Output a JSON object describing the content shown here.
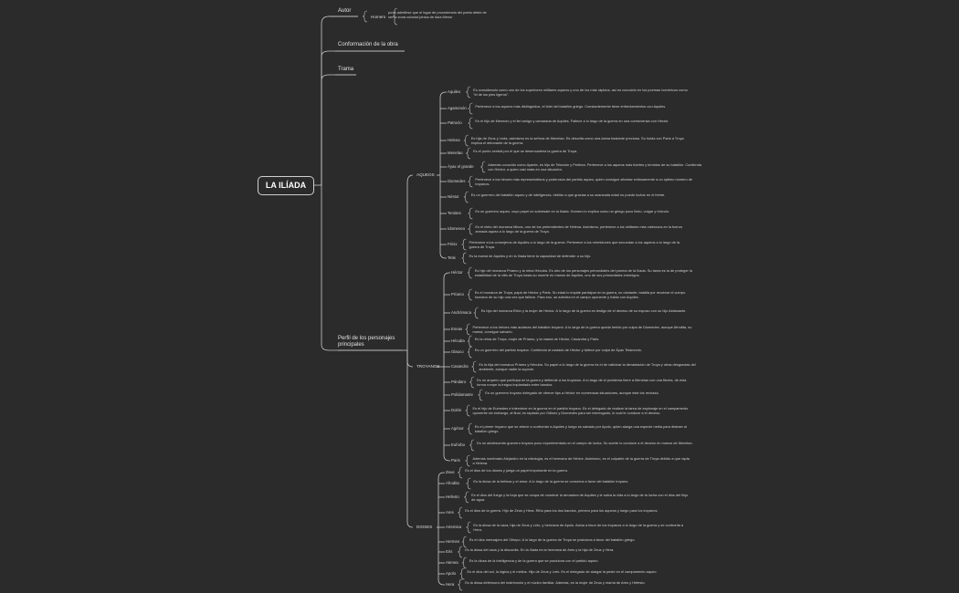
{
  "title": "LA ILÍADA",
  "sections": {
    "autor": "Autor",
    "conformacion": "Conformación de la obra",
    "trama": "Trama",
    "perfil": "Perfil de los personajes principales"
  },
  "autor": {
    "name": "Homero",
    "desc": "podo admitirse que el lugar de procedencia del poeta debió de ser la zona colonial jónica de Asia Menor"
  },
  "groups": [
    {
      "name": "AQUEOS",
      "items": [
        {
          "name": "Aquiles",
          "desc": "Es considerado como uno de los superiores militares aqueos y uno de los más rápidos, así es conocido en los poemas homéricos como \"el de los pies ligeros\"."
        },
        {
          "name": "Agamenón",
          "desc": "Pertenece a los aqueos más distinguidos, el líder del batallón griego. Constantemente tiene enfrentamientos con Aquiles."
        },
        {
          "name": "Patroclo",
          "desc": "Es el hijo de Menecio y el fiel amigo y camarada de Aquiles. Fallece a lo largo de la guerra en una controversia con Héctor."
        },
        {
          "name": "Helena",
          "desc": "Es hija de Zeus y Leda, asimismo es la señora de Menelao. Es descrita como una dama bastante preciosa. Su huida con Paris a Troya implica el detonante de la guerra."
        },
        {
          "name": "Menelao",
          "desc": "Es el punto central por el que se desencadena la guerra de Troya."
        },
        {
          "name": "Áyax el grande",
          "desc": "Además conocido como Ayante, es hijo de Telamón y Peribea. Pertenece a los aqueos más fuertes y temidos de su batallón. Contienda con Héctor, a quien casi mata en una situación."
        },
        {
          "name": "Diomedes",
          "desc": "Pertenece a los héroes más representativos y poderosos del partido aqueo, quien consigue afrontar exitosamente a un óptimo número de troyanos."
        },
        {
          "name": "Néstor",
          "desc": "Es un guerrero del batallón aqueo y de inteligencia, debido a que gracias a su avanzada edad no puede luchar en el frente."
        },
        {
          "name": "Tersites",
          "desc": "Es un guerrero aqueo, cuyo papel no sobresale en la Ilíada. Homero lo explica como un griego poco lindo, vulgar y ridículo."
        },
        {
          "name": "Idomeneo",
          "desc": "Es el nieto del monarca Minos, uno de los pretendientes de Helena. Asimismo, pertenece a los militares más valerosos en la fuerza armada aquea a lo largo de la guerra de Troya."
        },
        {
          "name": "Fénix",
          "desc": "Pertenece a los consejeros de Aquiles a lo largo de la guerra. Pertenece a los mirmidones que secundan a los aqueos a lo largo de la guerra de Troya."
        },
        {
          "name": "Tetis",
          "desc": "Es la mamá de Aquiles y en la Ilíada tiene la capacidad de defender a su hijo."
        }
      ]
    },
    {
      "name": "TROYANOS",
      "items": [
        {
          "name": "Héctor",
          "desc": "Es hijo del monarca Príamo y la reina Hécuba. Es otro de los personajes primordiales del poema de la Ilíada. Su tarea es la de proteger la estabilidad de la villa de Troya hasta su muerte en manos de Aquiles, uno de sus primordiales enemigos."
        },
        {
          "name": "Príamo",
          "desc": "Es el monarca de Troya, papá de Héctor y Paris. Su edad lo impide participar en la guerra, no obstante, batalla por recobrar el cuerpo humano de su hijo una vez que fallece. Para eso, se adentra en el campo oponente y habla con Aquiles."
        },
        {
          "name": "Andrómaca",
          "desc": "Es hija del monarca Etión y la mujer de Héctor. A lo largo de la guerra es testigo de el deceso de su esposo con su hijo Astianacte."
        },
        {
          "name": "Eneas",
          "desc": "Pertenece a los héroes más audaces del batallón troyano. A lo largo de la guerra queda herido por culpa de Diomedes, aunque Afrodita, su mamá, consigue salvarlo."
        },
        {
          "name": "Hécuba",
          "desc": "Es la reina de Troya, mujer de Príamo, y la mamá de Héctor, Casandra y Paris."
        },
        {
          "name": "Glauco",
          "desc": "Es un guerrero del partido troyano. Contienda al costado de Héctor y fallece por culpa de Áyax Telamonio."
        },
        {
          "name": "Casandra",
          "desc": "Es la hija del monarca Príamo y Hécuba. Su papel a lo largo de la guerra es el de vaticinar la devastación de Troya y otras desgracias del ambiente, aunque nadie la supone."
        },
        {
          "name": "Pándaro",
          "desc": "Es un arquero que participa en la guerra y defiende a los troyanos. A lo largo de el problema hiere a Menelao con una flecha, de esta forma rompe la tregua implantada entre bandos."
        },
        {
          "name": "Polidamante",
          "desc": "Es un guerrero troyano delegado de ofrecer tips a Héctor en numerosas situaciones, aunque este los rechaza."
        },
        {
          "name": "Dolón",
          "desc": "Es el hijo de Eumedes e interviene en la guerra en el partido troyano. Es el delegado de realizar la tarea de espionaje en el campamento oponente sin embargo, al final, es raptado por Odiseo y Diomedes para ser interrogado, lo cual le conduce a el deceso."
        },
        {
          "name": "Agénor",
          "desc": "Es el primer troyano que se atreve a confrontar a Aquiles y luego es salvado por Apolo, quien alarga una especie nebla para distraer al batallón griego."
        },
        {
          "name": "Euforbo",
          "desc": "Es un adolescente guerrero troyano poco experimentado en el campo de lucha. Su suerte lo conduce a el deceso en manos de Menelao."
        },
        {
          "name": "Paris",
          "desc": "Además nombrado Alejandro en la mitología, es el hermano de Héctor. Asimismo, es el culpable de la guerra de Troya debido a que rapta a Helena."
        }
      ]
    },
    {
      "name": "DIOSES",
      "items": [
        {
          "name": "Zeus",
          "desc": "Es el dios de los dioses y juega un papel importante en la guerra."
        },
        {
          "name": "Afrodita",
          "desc": "Es la diosa de la belleza y el amor. A lo largo de la guerra se conserva a favor del batallón troyano."
        },
        {
          "name": "Hefesto",
          "desc": "Es el dios del fuego y la forja que se ocupa de construir la armadura de Aquiles y le salva la vida a lo largo de la lucha con el dios del flujo de agua."
        },
        {
          "name": "Ares",
          "desc": "Es el dios de la guerra. Hijo de Zeus y Hera. Riña para los dos bandos, primero para los aqueos y luego para los troyanos."
        },
        {
          "name": "Artemisa",
          "desc": "Es la diosa de la caza, hija de Zeus y Leto, y hermana de Apolo. Actúa a favor de los troyanos a lo largo de la guerra y se confronta a Hera."
        },
        {
          "name": "Hermes",
          "desc": "Es el dios mensajero del Olimpo. A lo largo de la guerra de Troya se posiciona a favor del batallón griego."
        },
        {
          "name": "Eris",
          "desc": "Es la diosa del caos y la discordia. En la Ilíada es la hermana de Ares y la hija de Zeus y Hera."
        },
        {
          "name": "Atenea",
          "desc": "Es la diosa de la inteligencia y de la guerra que se posiciona con el partido aqueo."
        },
        {
          "name": "Apolo",
          "desc": "Es el dios del sol, la lógica y el melius. Hijo de Zeus y Leto. Es el delegado de alargar la peste en el campamento aqueo."
        },
        {
          "name": "Hera",
          "desc": "Es la diosa defensora del matrimonio y el núcleo familiar. Además, es la mujer de Zeus y mamá de Ares y Hefesto."
        }
      ]
    }
  ],
  "colors": {
    "background": "#2b2b2b",
    "line": "#c8c8c8",
    "text": "#dcdcdc"
  }
}
